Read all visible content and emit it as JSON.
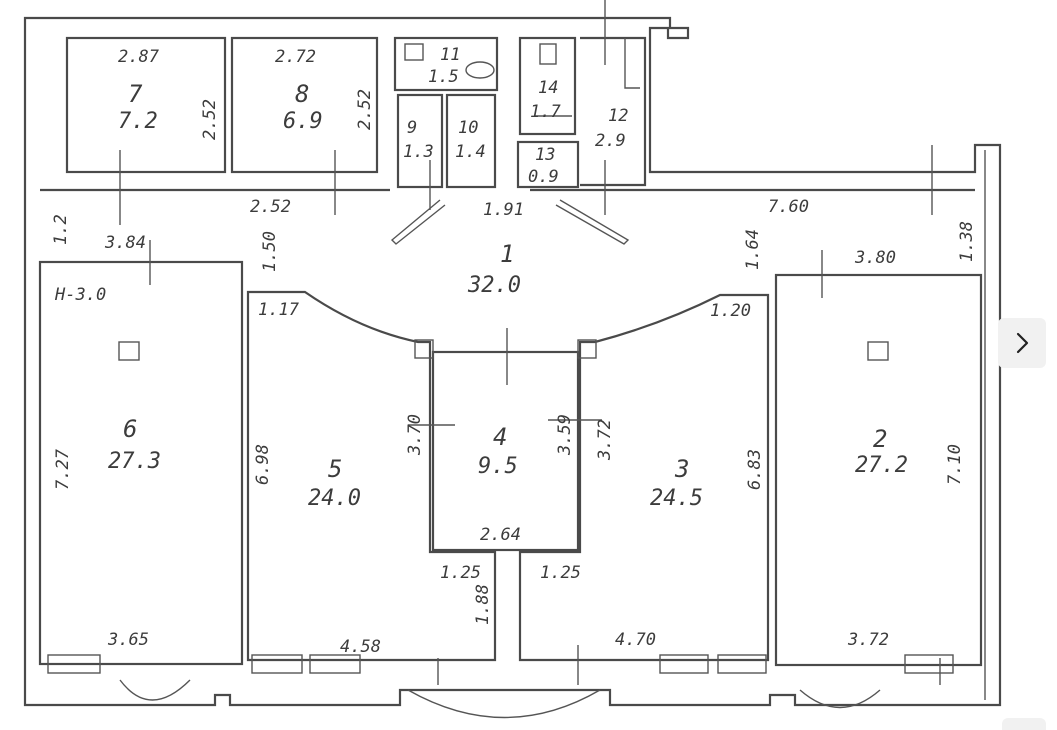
{
  "rooms": [
    {
      "id": "1",
      "num": "1",
      "area": "32.0"
    },
    {
      "id": "2",
      "num": "2",
      "area": "27.2"
    },
    {
      "id": "3",
      "num": "3",
      "area": "24.5"
    },
    {
      "id": "4",
      "num": "4",
      "area": "9.5"
    },
    {
      "id": "5",
      "num": "5",
      "area": "24.0"
    },
    {
      "id": "6",
      "num": "6",
      "area": "27.3"
    },
    {
      "id": "7",
      "num": "7",
      "area": "7.2"
    },
    {
      "id": "8",
      "num": "8",
      "area": "6.9"
    },
    {
      "id": "9",
      "num": "9",
      "area": "1.3"
    },
    {
      "id": "10",
      "num": "10",
      "area": "1.4"
    },
    {
      "id": "11",
      "num": "11",
      "area": "1.5"
    },
    {
      "id": "12",
      "num": "12",
      "area": "2.9"
    },
    {
      "id": "13",
      "num": "13",
      "area": "0.9"
    },
    {
      "id": "14",
      "num": "14",
      "area": "1.7"
    }
  ],
  "dims": {
    "d_287": "2.87",
    "d_252a": "2.52",
    "d_272": "2.72",
    "d_252b": "2.52",
    "d_252c": "2.52",
    "d_191": "1.91",
    "d_164": "1.64",
    "d_760": "7.60",
    "d_138": "1.38",
    "d_12": "1.2",
    "d_384": "3.84",
    "d_150": "1.50",
    "d_380": "3.80",
    "d_117": "1.17",
    "d_120": "1.20",
    "d_727": "7.27",
    "d_698": "6.98",
    "d_370": "3.70",
    "d_359": "3.59",
    "d_372a": "3.72",
    "d_683": "6.83",
    "d_710": "7.10",
    "d_264": "2.64",
    "d_125a": "1.25",
    "d_125b": "1.25",
    "d_188": "1.88",
    "d_365": "3.65",
    "d_458": "4.58",
    "d_470": "4.70",
    "d_372b": "3.72"
  },
  "height_note": "H-3.0",
  "nav": {
    "next_icon": "chevron-right-icon"
  }
}
